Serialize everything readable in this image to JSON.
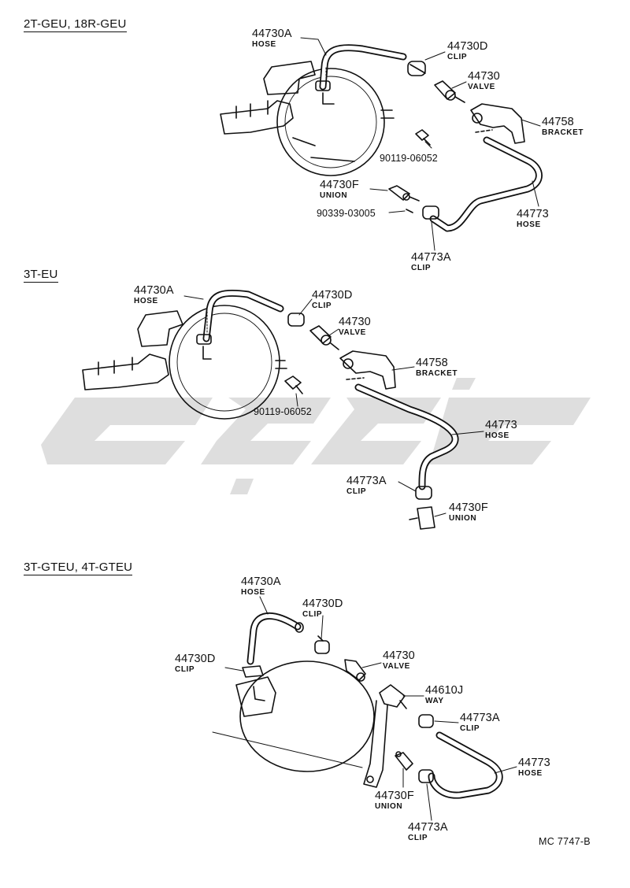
{
  "sections": [
    {
      "title": "2T-GEU, 18R-GEU",
      "parts": [
        {
          "number": "44730A",
          "name": "HOSE"
        },
        {
          "number": "44730D",
          "name": "CLIP"
        },
        {
          "number": "44730",
          "name": "VALVE"
        },
        {
          "number": "44758",
          "name": "BRACKET"
        },
        {
          "number": "90119-06052"
        },
        {
          "number": "44730F",
          "name": "UNION"
        },
        {
          "number": "90339-03005"
        },
        {
          "number": "44773",
          "name": "HOSE"
        },
        {
          "number": "44773A",
          "name": "CLIP"
        }
      ]
    },
    {
      "title": "3T-EU",
      "parts": [
        {
          "number": "44730A",
          "name": "HOSE"
        },
        {
          "number": "44730D",
          "name": "CLIP"
        },
        {
          "number": "44730",
          "name": "VALVE"
        },
        {
          "number": "44758",
          "name": "BRACKET"
        },
        {
          "number": "90119-06052"
        },
        {
          "number": "44773",
          "name": "HOSE"
        },
        {
          "number": "44773A",
          "name": "CLIP"
        },
        {
          "number": "44730F",
          "name": "UNION"
        }
      ]
    },
    {
      "title": "3T-GTEU, 4T-GTEU",
      "parts": [
        {
          "number": "44730A",
          "name": "HOSE"
        },
        {
          "number": "44730D",
          "name": "CLIP"
        },
        {
          "number": "44730D",
          "name": "CLIP"
        },
        {
          "number": "44730",
          "name": "VALVE"
        },
        {
          "number": "44610J",
          "name": "WAY"
        },
        {
          "number": "44773A",
          "name": "CLIP"
        },
        {
          "number": "44773",
          "name": "HOSE"
        },
        {
          "number": "44730F",
          "name": "UNION"
        },
        {
          "number": "44773A",
          "name": "CLIP"
        }
      ]
    }
  ],
  "footer": "MC  7747-B",
  "colors": {
    "ink": "#111111",
    "watermark": "#dcdcdc"
  }
}
